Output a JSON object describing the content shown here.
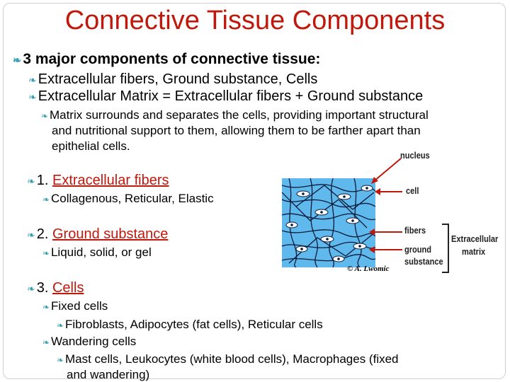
{
  "title": "Connective Tissue Components",
  "intro": "3 major components of connective tissue:",
  "intro_sub1": "Extracellular fibers, Ground substance, Cells",
  "intro_sub2": "Extracellular Matrix = Extracellular fibers + Ground substance",
  "matrix_note_1": "Matrix surrounds and separates the cells, providing important structural",
  "matrix_note_2": "and nutritional support to them, allowing them to be farther apart than",
  "matrix_note_3": "epithelial cells.",
  "s1_num": "1.",
  "s1_label": "Extracellular fibers",
  "s1_detail": "Collagenous, Reticular, Elastic",
  "s2_num": "2.",
  "s2_label": "Ground substance",
  "s2_detail": "Liquid, solid, or gel",
  "s3_num": "3.",
  "s3_label": "Cells",
  "s3_fixed": "Fixed cells",
  "s3_fixed_detail": "Fibroblasts, Adipocytes (fat cells), Reticular cells",
  "s3_wander": "Wandering cells",
  "s3_wander_detail_1": "Mast cells, Leukocytes (white blood cells), Macrophages (fixed",
  "s3_wander_detail_2": "and wandering)",
  "diagram": {
    "nucleus": "nucleus",
    "cell": "cell",
    "fibers": "fibers",
    "ground_1": "ground",
    "ground_2": "substance",
    "extracellular_1": "Extracellular",
    "extracellular_2": "matrix",
    "copyright": "© A. Lwomic"
  },
  "colors": {
    "title": "#c0190c",
    "bullet": "#3c9fb0",
    "tissue": "#5fb9ec"
  }
}
